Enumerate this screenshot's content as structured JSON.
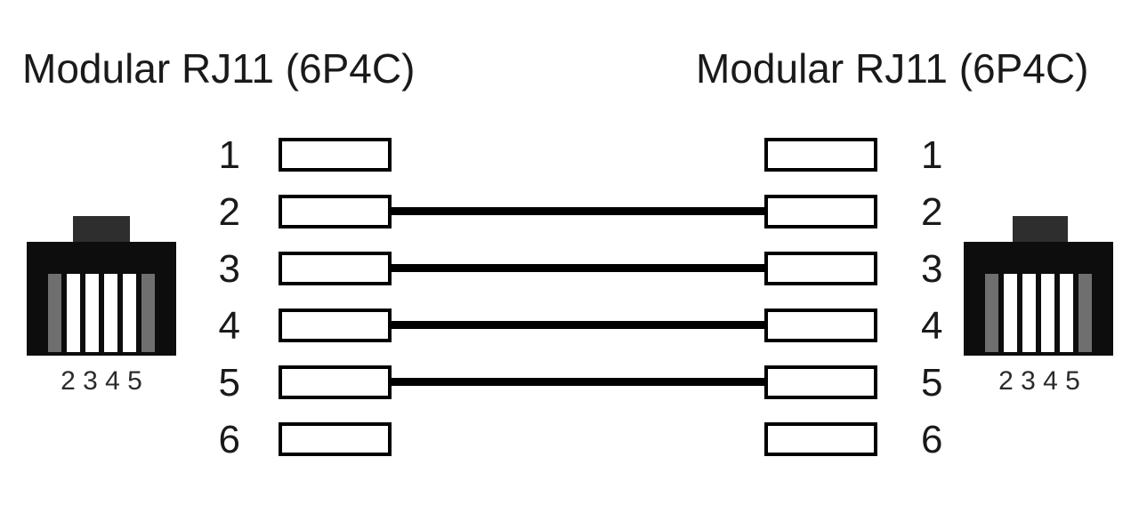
{
  "diagram_type": "RJ11 straight-through pinout wiring diagram",
  "left": {
    "title": "Modular RJ11 (6P4C)",
    "connector_label": "2 3 4 5"
  },
  "right": {
    "title": "Modular RJ11 (6P4C)",
    "connector_label": "2 3 4 5"
  },
  "pins": [
    {
      "number": "1",
      "connected": false
    },
    {
      "number": "2",
      "connected": true
    },
    {
      "number": "3",
      "connected": true
    },
    {
      "number": "4",
      "connected": true
    },
    {
      "number": "5",
      "connected": true
    },
    {
      "number": "6",
      "connected": false
    }
  ],
  "connections": [
    "2-2",
    "3-3",
    "4-4",
    "5-5"
  ],
  "connector_slots": [
    "gray",
    "white",
    "white",
    "white",
    "white",
    "gray"
  ],
  "colors": {
    "ink": "#1a1a1a",
    "wire": "#000000",
    "connector_body": "#0d0d0d",
    "connector_tab": "#2e2e2e",
    "slot_outer": "#6f6f6f",
    "slot_inner": "#ffffff"
  }
}
